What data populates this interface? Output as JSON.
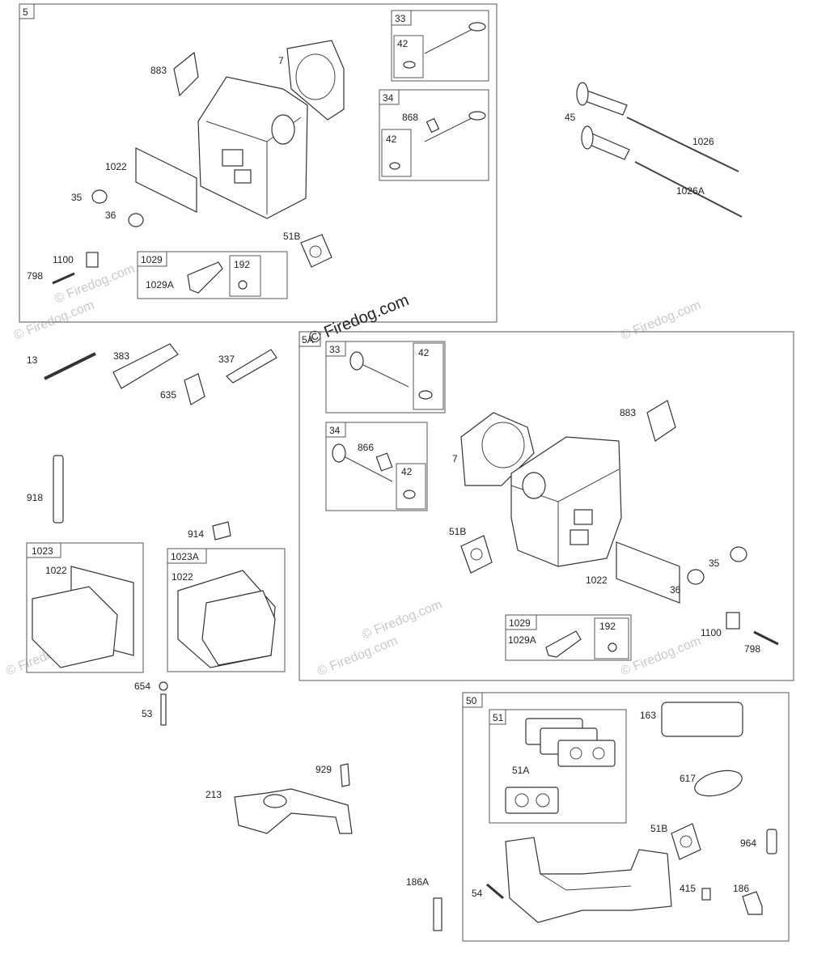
{
  "watermark": {
    "center": "© Firedog.com",
    "tiled": "© Firedog.com"
  },
  "sections": {
    "s5": "5",
    "s5a": "5A",
    "s50": "50"
  },
  "sub_boxes": {
    "b33_top": "33",
    "b42_top": "42",
    "b34_top": "34",
    "b42_top2": "42",
    "b1029_top": "1029",
    "b192_top": "192",
    "b33_mid": "33",
    "b42_mid": "42",
    "b34_mid": "34",
    "b42_mid2": "42",
    "b1029_mid": "1029",
    "b192_mid": "192",
    "b1023": "1023",
    "b1023a": "1023A",
    "b51": "51"
  },
  "part_labels": {
    "p883_top": "883",
    "p7_top": "7",
    "p1022_top": "1022",
    "p35_top": "35",
    "p36_top": "36",
    "p51b_top": "51B",
    "p1100_top": "1100",
    "p798_top": "798",
    "p1029a_top": "1029A",
    "p868_top": "868",
    "p45": "45",
    "p1026": "1026",
    "p1026a": "1026A",
    "p13": "13",
    "p383": "383",
    "p337": "337",
    "p635": "635",
    "p918": "918",
    "p914": "914",
    "p1022_l1": "1022",
    "p1022_l2": "1022",
    "p654": "654",
    "p53": "53",
    "p929": "929",
    "p213": "213",
    "p186a": "186A",
    "p866_mid": "866",
    "p7_mid": "7",
    "p883_mid": "883",
    "p51b_mid": "51B",
    "p35_mid": "35",
    "p36_mid": "36",
    "p1022_mid": "1022",
    "p1029a_mid": "1029A",
    "p1100_mid": "1100",
    "p798_mid": "798",
    "p163": "163",
    "p617": "617",
    "p51a": "51A",
    "p51b_bot": "51B",
    "p964": "964",
    "p415": "415",
    "p186": "186",
    "p54": "54"
  },
  "colors": {
    "line": "#333333",
    "frame": "#555555",
    "watermark": "#c9c9c9"
  }
}
